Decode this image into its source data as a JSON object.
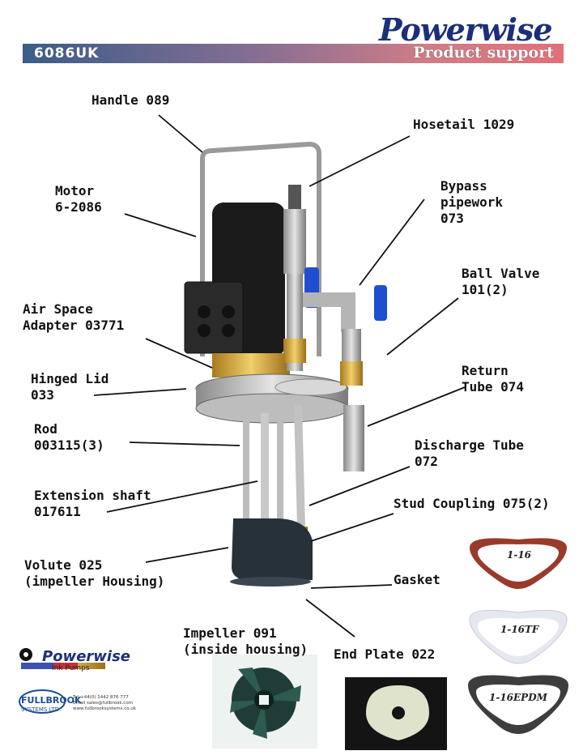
{
  "header": {
    "brand": "Powerwise",
    "code": "6086UK",
    "support": "Product support"
  },
  "labels": {
    "handle": "Handle 089",
    "hosetail": "Hosetail 1029",
    "motor": "Motor\n6-2086",
    "bypass": "Bypass\npipework\n073",
    "ball_valve": "Ball Valve\n101(2)",
    "air_space": "Air Space\nAdapter 03771",
    "hinged_lid": "Hinged Lid\n033",
    "return_tube": "Return\nTube 074",
    "rod": "Rod\n003115(3)",
    "discharge": "Discharge Tube\n072",
    "extension": "Extension shaft\n017611",
    "stud": "Stud Coupling 075(2)",
    "volute": "Volute 025\n(impeller Housing)",
    "gasket": "Gasket",
    "impeller": "Impeller 091\n(inside housing)",
    "end_plate": "End Plate 022"
  },
  "gaskets": {
    "g1": "1-16",
    "g2": "1-16TF",
    "g3": "1-16EPDM"
  },
  "footer": {
    "pw_name": "Powerwise",
    "pw_sub": "Ink Pumps",
    "fb_name": "FULLBROOK",
    "fb_sub": "SYSTEMS LTD.",
    "fb_contact": "Tel +44(0) 1442 876 777\nEmail sales@fullbrook.com\nwww.fullbrooksystems.co.uk"
  }
}
